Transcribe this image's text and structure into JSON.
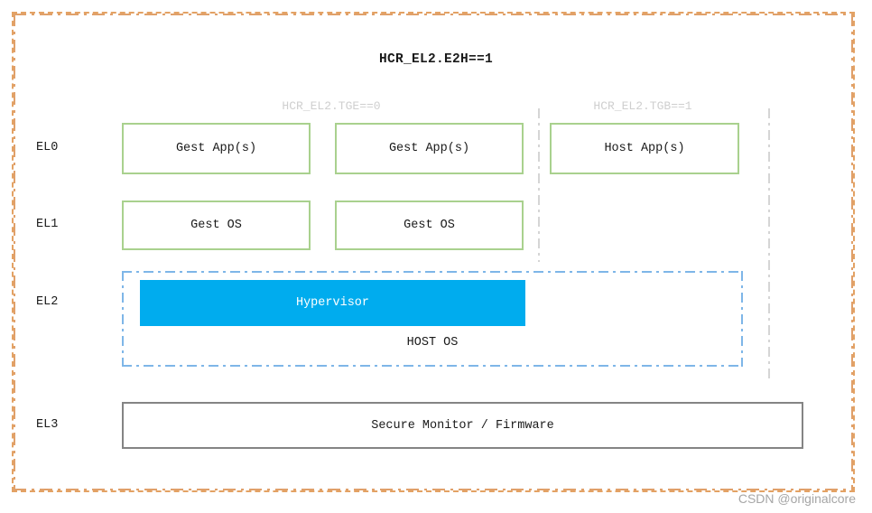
{
  "diagram": {
    "title": "HCR_EL2.E2H==1",
    "conditions": [
      {
        "id": "tge",
        "label": "HCR_EL2.TGE==0"
      },
      {
        "id": "tgb",
        "label": "HCR_EL2.TGB==1"
      }
    ],
    "exception_levels": [
      {
        "id": "el0",
        "label": "EL0"
      },
      {
        "id": "el1",
        "label": "EL1"
      },
      {
        "id": "el2",
        "label": "EL2"
      },
      {
        "id": "el3",
        "label": "EL3"
      }
    ],
    "el0_boxes": [
      {
        "id": "guest-app-1",
        "label": "Gest App(s)"
      },
      {
        "id": "guest-app-2",
        "label": "Gest App(s)"
      },
      {
        "id": "host-app",
        "label": "Host App(s)"
      }
    ],
    "el1_boxes": [
      {
        "id": "guest-os-1",
        "label": "Gest OS"
      },
      {
        "id": "guest-os-2",
        "label": "Gest OS"
      }
    ],
    "el2": {
      "hypervisor_label": "Hypervisor",
      "host_os_label": "HOST OS"
    },
    "el3": {
      "label": "Secure Monitor / Firmware"
    },
    "watermark": "CSDN @originalcore",
    "colors": {
      "outer_border": "#e0a06a",
      "box_green_border": "#a9d18e",
      "box_gray_border": "#848484",
      "hypervisor_fill": "#00acee",
      "hypervisor_text": "#ffffff",
      "host_os_border": "#7eb6e8",
      "separator": "#d5d5d5",
      "condition_text": "#cfcfcf",
      "watermark_text": "#a6a6a6",
      "background": "#ffffff"
    }
  }
}
